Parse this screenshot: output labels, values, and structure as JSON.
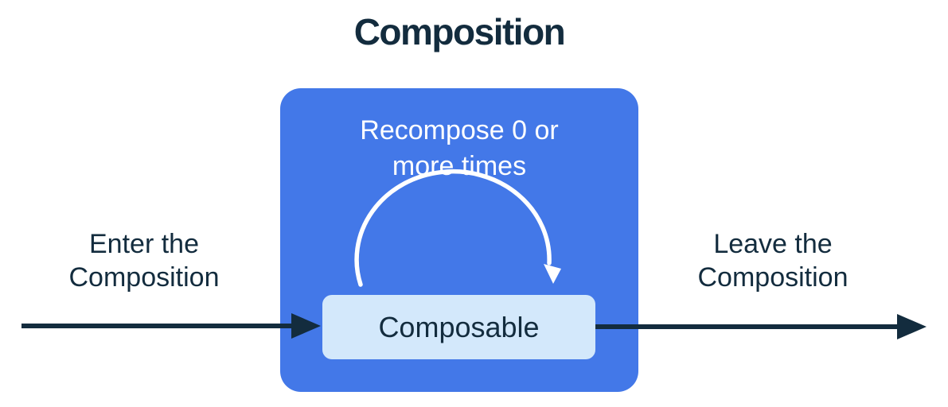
{
  "title": "Composition",
  "composition_box": {
    "recompose_lines": [
      "Recompose 0 or",
      "more times"
    ],
    "composable_label": "Composable"
  },
  "labels": {
    "enter_lines": [
      "Enter the",
      "Composition"
    ],
    "leave_lines": [
      "Leave the",
      "Composition"
    ]
  },
  "colors": {
    "dark_navy": "#132C3E",
    "panel_blue": "#4378E8",
    "composable_light_blue": "#D3E8FB",
    "arc_white": "#FFFFFF",
    "background": "#FFFFFF"
  }
}
